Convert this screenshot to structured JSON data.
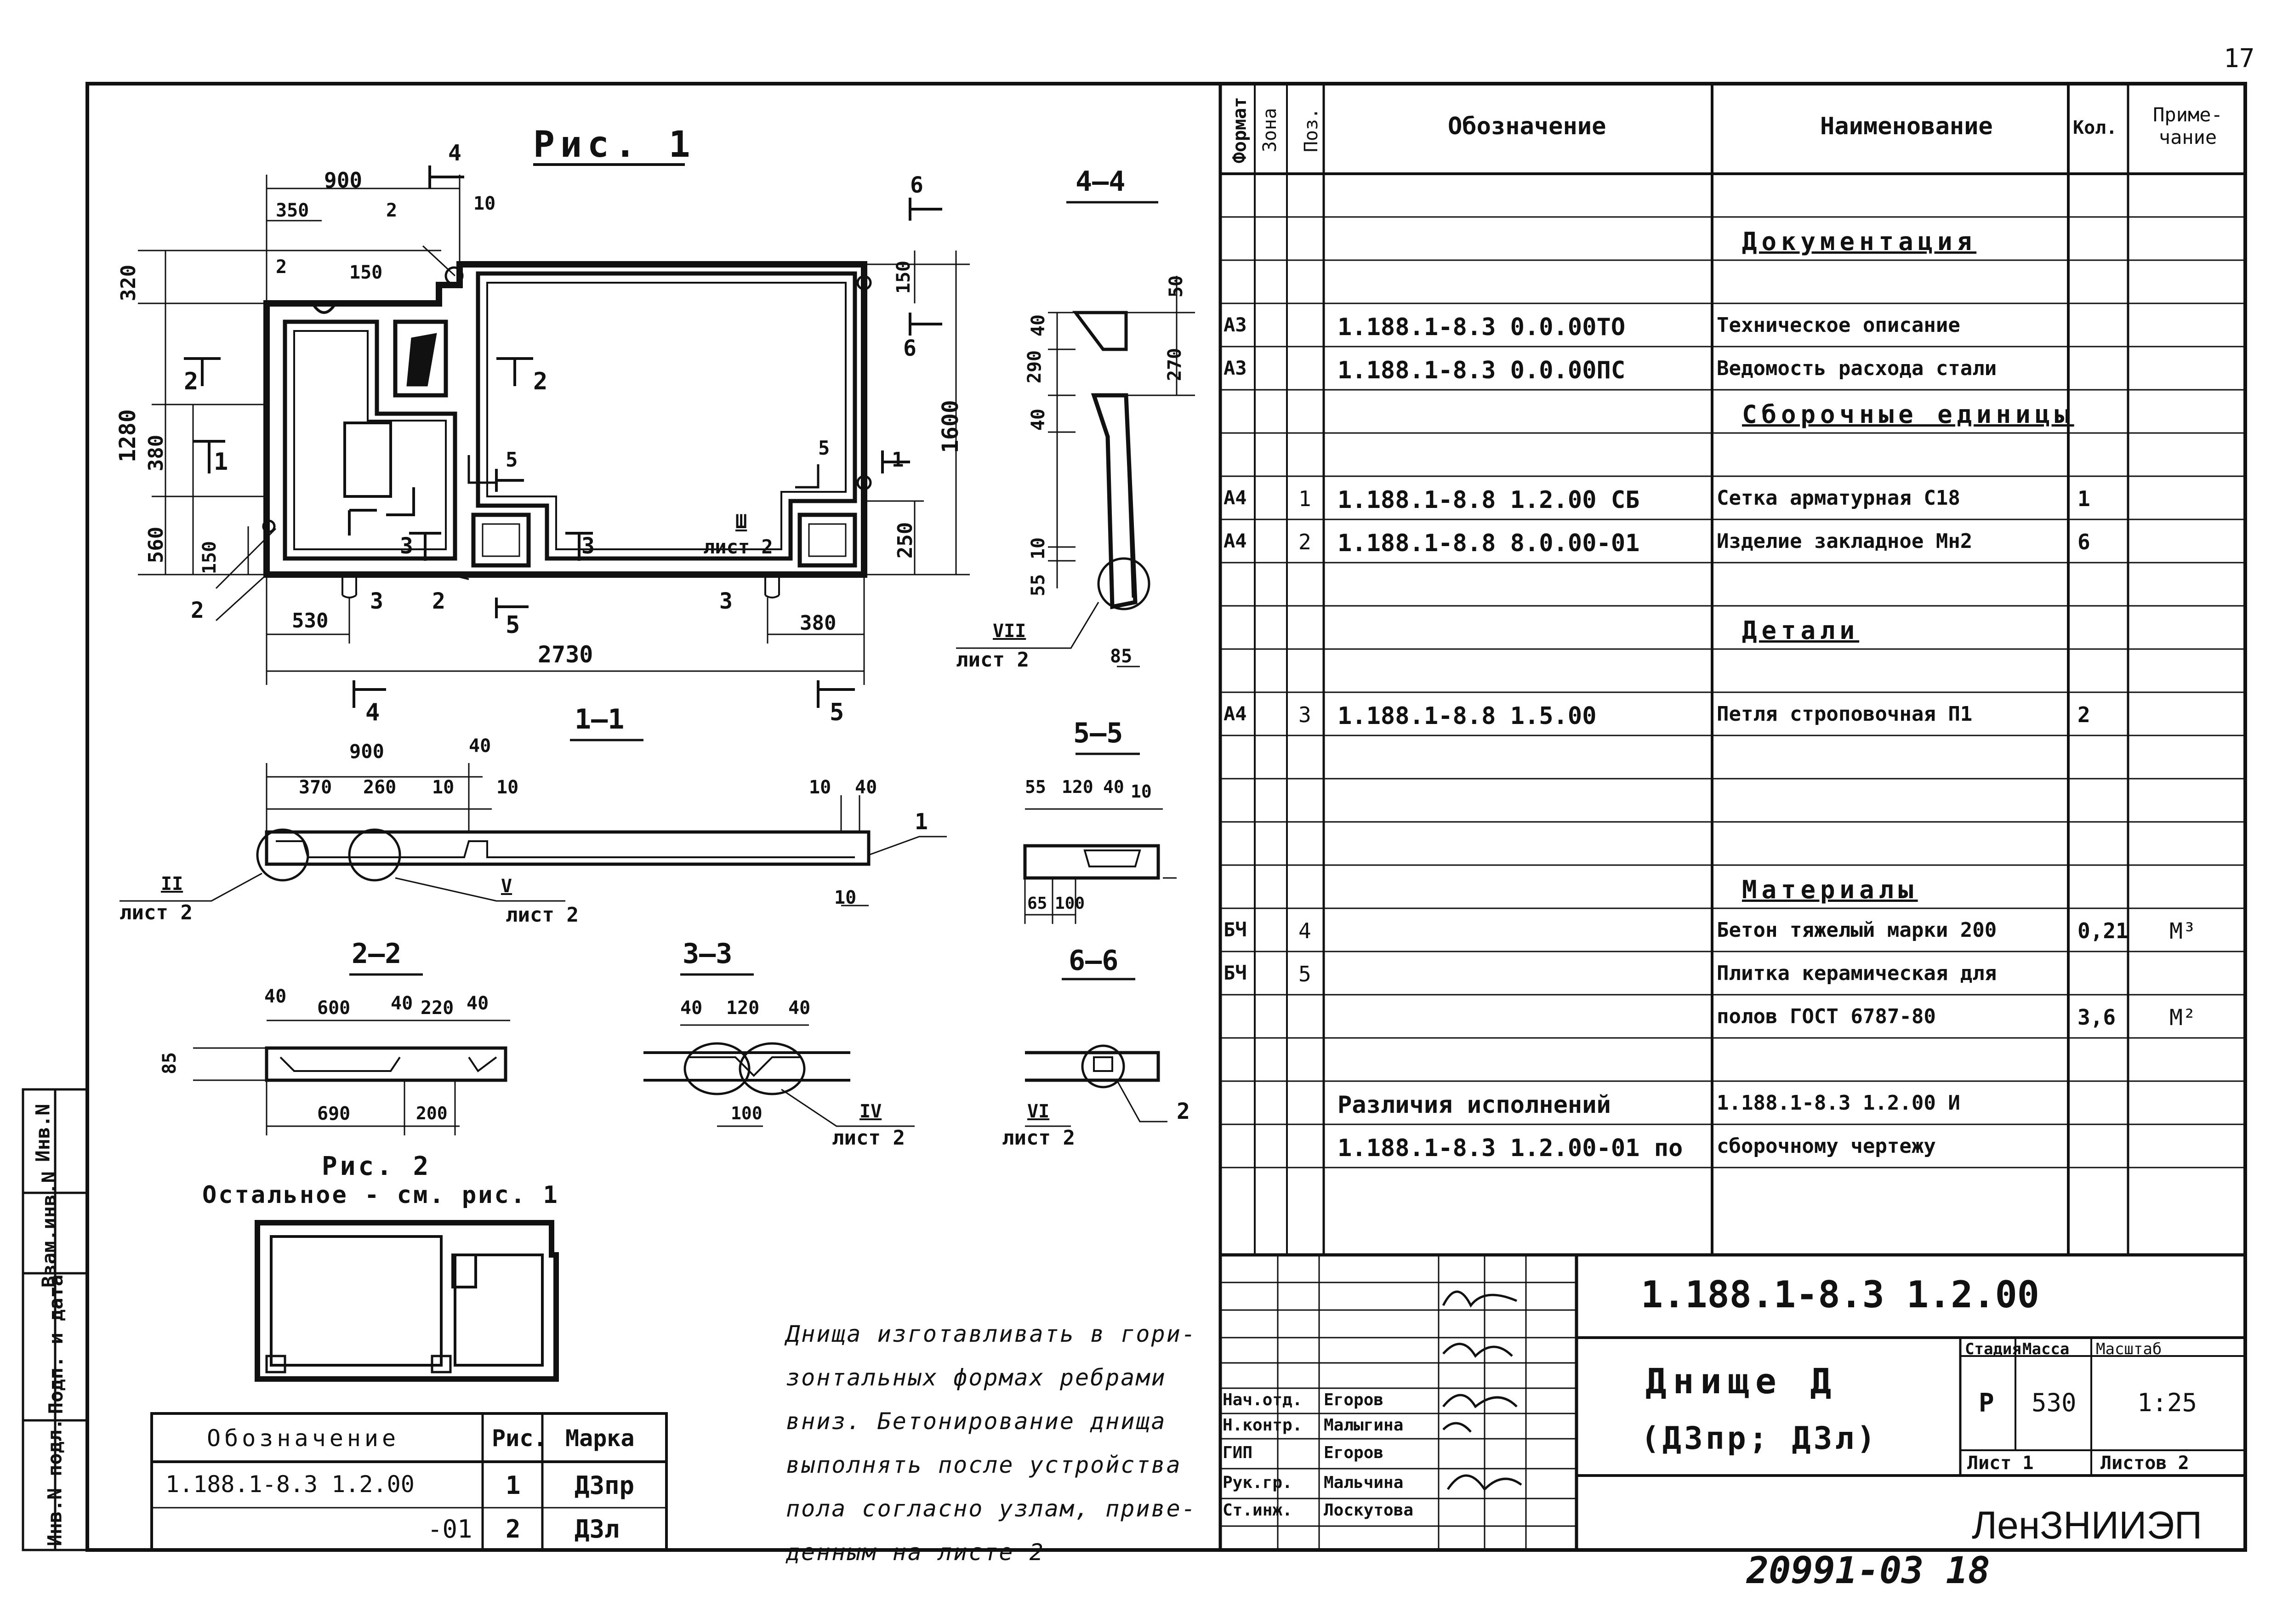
{
  "page_number": "17",
  "bottom_code": "20991-03 18",
  "figures": {
    "fig1_title": "Рис. 1",
    "fig2_title": "Рис. 2",
    "fig2_note": "Остальное - см. рис. 1",
    "plan_dims": [
      "900",
      "350",
      "2",
      "10",
      "150",
      "320",
      "1280",
      "380",
      "560",
      "150",
      "2",
      "530",
      "3",
      "2",
      "2730",
      "3",
      "380",
      "150",
      "1600",
      "250",
      "5",
      "6",
      "6",
      "2",
      "2",
      "1",
      "3",
      "3",
      "5",
      "4",
      "4",
      "5",
      "Ш",
      "лист 2"
    ],
    "sec44_title": "4—4",
    "sec44_dims": [
      "40",
      "290",
      "50",
      "270",
      "40",
      "10",
      "55",
      "85",
      "VII",
      "лист 2"
    ],
    "sec11_title": "1—1",
    "sec11_dims": [
      "900",
      "40",
      "370",
      "260",
      "10",
      "10",
      "10",
      "40",
      "10",
      "1",
      "II",
      "лист 2",
      "V",
      "лист 2"
    ],
    "sec55_title": "5—5",
    "sec55_dims": [
      "55",
      "120",
      "40",
      "10",
      "65",
      "100"
    ],
    "sec22_title": "2—2",
    "sec22_dims": [
      "40",
      "600",
      "40",
      "220",
      "40",
      "85",
      "690",
      "200"
    ],
    "sec33_title": "3—3",
    "sec33_dims": [
      "40",
      "120",
      "40",
      "100",
      "IV",
      "лист 2"
    ],
    "sec66_title": "6—6",
    "sec66_dims": [
      "VI",
      "лист 2",
      "2"
    ]
  },
  "note": [
    "Днища изготавливать в гори-",
    "зонтальных формах ребрами",
    "вниз. Бетонирование днища",
    "выполнять после устройства",
    "пола согласно узлам, приве-",
    "денным на листе 2"
  ],
  "mark_table": {
    "headers": [
      "Обозначение",
      "Рис.",
      "Марка"
    ],
    "rows": [
      [
        "1.188.1-8.3 1.2.00",
        "1",
        "Д3пр"
      ],
      [
        "-01",
        "2",
        "Д3л"
      ]
    ]
  },
  "side_stamp": [
    "Инв.N подл.",
    "Подп. и дата",
    "Взам.инв.N"
  ],
  "spec": {
    "headers": {
      "format": "Формат",
      "zone": "Зона",
      "pos": "Поз.",
      "designation": "Обозначение",
      "name": "Наименование",
      "qty": "Кол.",
      "note": "Приме- чание"
    },
    "rows": [
      {
        "format": "",
        "pos": "",
        "designation": "",
        "name": "",
        "qty": "",
        "note": ""
      },
      {
        "format": "",
        "pos": "",
        "designation": "",
        "name": "Документация",
        "qty": "",
        "note": "",
        "heading": true
      },
      {
        "format": "",
        "pos": "",
        "designation": "",
        "name": "",
        "qty": "",
        "note": ""
      },
      {
        "format": "А3",
        "pos": "",
        "designation": "1.188.1-8.3   0.0.00ТО",
        "name": "Техническое описание",
        "qty": "",
        "note": ""
      },
      {
        "format": "А3",
        "pos": "",
        "designation": "1.188.1-8.3   0.0.00ПС",
        "name": "Ведомость расхода стали",
        "qty": "",
        "note": ""
      },
      {
        "format": "",
        "pos": "",
        "designation": "",
        "name": "Сборочные единицы",
        "qty": "",
        "note": "",
        "heading": true
      },
      {
        "format": "",
        "pos": "",
        "designation": "",
        "name": "",
        "qty": "",
        "note": ""
      },
      {
        "format": "А4",
        "pos": "1",
        "designation": "1.188.1-8.8  1.2.00 СБ",
        "name": "Сетка арматурная С18",
        "qty": "1",
        "note": ""
      },
      {
        "format": "А4",
        "pos": "2",
        "designation": "1.188.1-8.8  8.0.00-01",
        "name": "Изделие закладное Мн2",
        "qty": "6",
        "note": ""
      },
      {
        "format": "",
        "pos": "",
        "designation": "",
        "name": "",
        "qty": "",
        "note": ""
      },
      {
        "format": "",
        "pos": "",
        "designation": "",
        "name": "Детали",
        "qty": "",
        "note": "",
        "heading": true
      },
      {
        "format": "",
        "pos": "",
        "designation": "",
        "name": "",
        "qty": "",
        "note": ""
      },
      {
        "format": "А4",
        "pos": "3",
        "designation": "1.188.1-8.8   1.5.00",
        "name": "Петля строповочная П1",
        "qty": "2",
        "note": ""
      },
      {
        "format": "",
        "pos": "",
        "designation": "",
        "name": "",
        "qty": "",
        "note": ""
      },
      {
        "format": "",
        "pos": "",
        "designation": "",
        "name": "",
        "qty": "",
        "note": ""
      },
      {
        "format": "",
        "pos": "",
        "designation": "",
        "name": "",
        "qty": "",
        "note": ""
      },
      {
        "format": "",
        "pos": "",
        "designation": "",
        "name": "Материалы",
        "qty": "",
        "note": "",
        "heading": true
      },
      {
        "format": "БЧ",
        "pos": "4",
        "designation": "",
        "name": "Бетон тяжелый марки 200",
        "qty": "0,21",
        "note": "М³"
      },
      {
        "format": "БЧ",
        "pos": "5",
        "designation": "",
        "name": "Плитка керамическая для",
        "qty": "",
        "note": ""
      },
      {
        "format": "",
        "pos": "",
        "designation": "",
        "name": "полов ГОСТ 6787-80",
        "qty": "3,6",
        "note": "М²"
      },
      {
        "format": "",
        "pos": "",
        "designation": "",
        "name": "",
        "qty": "",
        "note": ""
      },
      {
        "format": "",
        "pos": "",
        "designation": "Различия исполнений",
        "name": "1.188.1-8.3 1.2.00 И",
        "qty": "",
        "note": ""
      },
      {
        "format": "",
        "pos": "",
        "designation": "1.188.1-8.3  1.2.00-01 по",
        "name": "сборочному чертежу",
        "qty": "",
        "note": ""
      }
    ]
  },
  "title_block": {
    "code": "1.188.1-8.3   1.2.00",
    "title1": "Днище Д",
    "title2": "(Д3пр; Д3л)",
    "stage_label": "Стадия",
    "mass_label": "Масса",
    "scale_label": "Масштаб",
    "stage": "Р",
    "mass": "530",
    "scale": "1:25",
    "sheet_label": "Лист 1",
    "sheets_label": "Листов 2",
    "org": "ЛенЗНИИЭП",
    "people": [
      {
        "role": "Нач.отд.",
        "name": "Егоров"
      },
      {
        "role": "Н.контр.",
        "name": "Малыгина"
      },
      {
        "role": "ГИП",
        "name": "Егоров"
      },
      {
        "role": "Рук.гр.",
        "name": "Мальчина"
      },
      {
        "role": "Ст.инж.",
        "name": "Лоскутова"
      }
    ]
  }
}
